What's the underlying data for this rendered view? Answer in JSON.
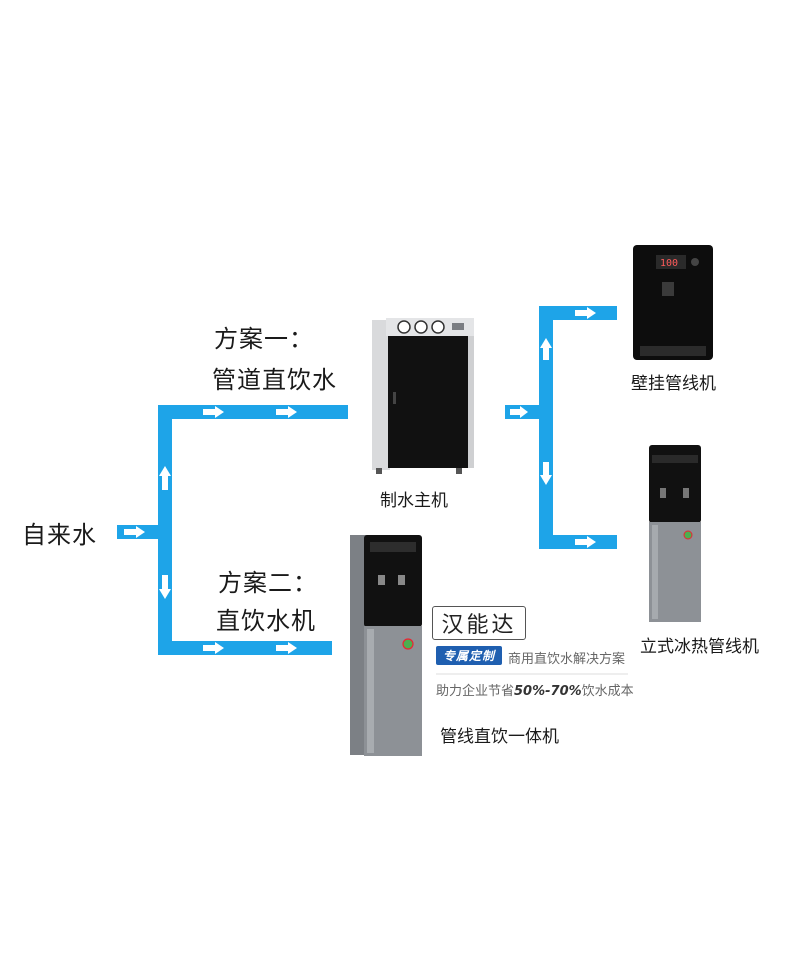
{
  "nodes": {
    "source": "自来水",
    "plan1_line1": "方案一：",
    "plan1_line2": "管道直饮水",
    "plan2_line1": "方案二：",
    "plan2_line2": "直饮水机",
    "main_unit": "制水主机",
    "wall_unit": "壁挂管线机",
    "standing_unit": "立式冰热管线机",
    "integrated_unit": "管线直饮一体机"
  },
  "brand": {
    "logo_text": "汉能达",
    "badge": "专属定制",
    "tagline": "商用直饮水解决方案",
    "savings_prefix": "助力企业节省",
    "savings_value": "50%-70%",
    "savings_suffix": "饮水成本"
  },
  "colors": {
    "pipe": "#1ea4e8",
    "arrow": "#ffffff",
    "cabinet_front": "#111111",
    "machine_gray": "#8d9196"
  }
}
